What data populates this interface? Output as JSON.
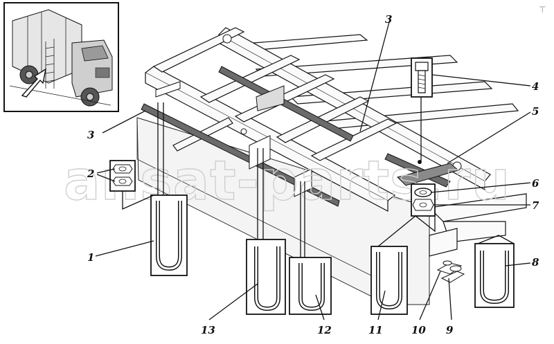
{
  "watermark": "ansat-parts.ru",
  "labels": {
    "l1": "1",
    "l2": "2",
    "l3a": "3",
    "l3b": "3",
    "l4": "4",
    "l5": "5",
    "l6": "6",
    "l7": "7",
    "l8": "8",
    "l9": "9",
    "l10": "10",
    "l11": "11",
    "l12": "12",
    "l13": "13"
  },
  "icons": [
    "truck-inset-icon",
    "u-bolt-icon",
    "nut-icon",
    "washer-icon",
    "bolt-icon",
    "arrow-icon"
  ]
}
